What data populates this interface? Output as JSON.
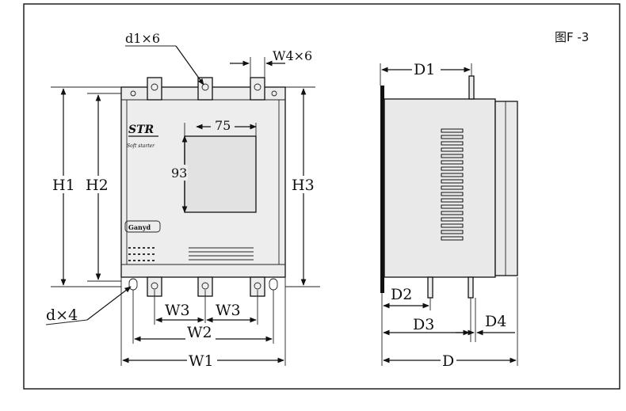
{
  "figure_label": "图F -3",
  "front_view": {
    "labels": {
      "d1": "d1×6",
      "w4": "W4×6",
      "h1": "H1",
      "h2": "H2",
      "h3": "H3",
      "dim_width": "75",
      "dim_height": "93",
      "d": "d×4",
      "w3_left": "W3",
      "w3_right": "W3",
      "w2": "W2",
      "w1": "W1"
    },
    "brand": {
      "logo": "STR",
      "tagline": "Soft starter",
      "badge": "Ganyd"
    }
  },
  "side_view": {
    "labels": {
      "d1": "D1",
      "d2": "D2",
      "d3": "D3",
      "d4": "D4",
      "d": "D"
    }
  }
}
